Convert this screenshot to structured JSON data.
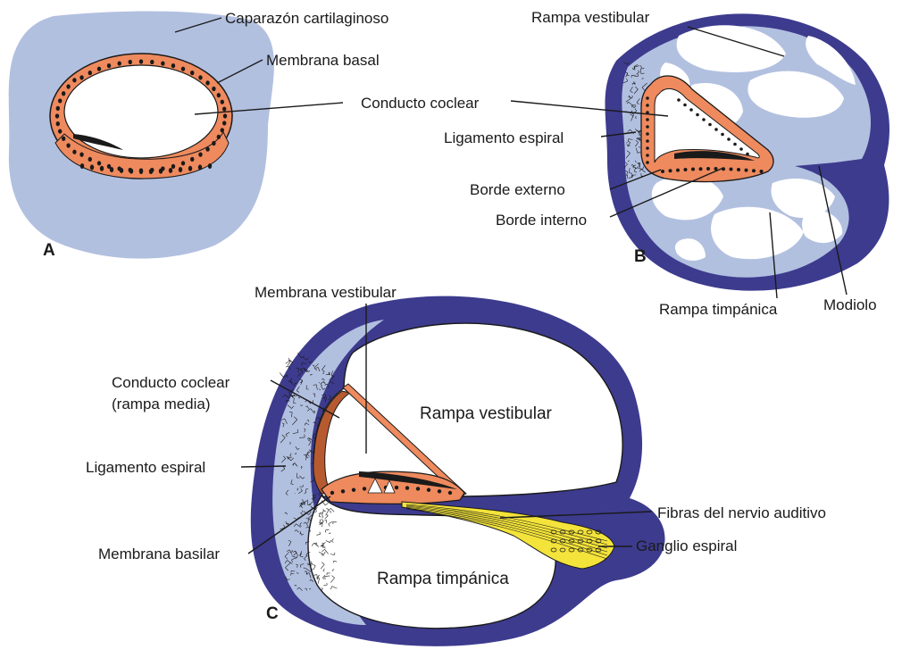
{
  "colors": {
    "cartilage": "#b2c0e0",
    "bone": "#3d3b8e",
    "epithelium": "#ee8a5e",
    "epithelium_dark": "#b85a30",
    "nerve": "#f3e33a",
    "lumen": "#ffffff",
    "outline": "#1a1a1a"
  },
  "panel_a": {
    "letter": "A",
    "labels": {
      "cartilaginous_capsule": "Caparazón cartilaginoso",
      "basal_membrane": "Membrana basal",
      "cochlear_duct": "Conducto coclear"
    }
  },
  "panel_b": {
    "letter": "B",
    "labels": {
      "scala_vestibuli": "Rampa vestibular",
      "spiral_ligament": "Ligamento espiral",
      "outer_ridge": "Borde externo",
      "inner_ridge": "Borde interno",
      "scala_tympani": "Rampa timpánica",
      "modiolus": "Modiolo"
    }
  },
  "panel_c": {
    "letter": "C",
    "labels": {
      "vestibular_membrane": "Membrana vestibular",
      "cochlear_duct_line1": "Conducto coclear",
      "cochlear_duct_line2": "(rampa media)",
      "spiral_ligament": "Ligamento espiral",
      "basilar_membrane": "Membrana basilar",
      "scala_vestibuli": "Rampa vestibular",
      "scala_tympani": "Rampa timpánica",
      "auditory_nerve_fibers": "Fibras del nervio auditivo",
      "spiral_ganglion": "Ganglio espiral"
    }
  }
}
